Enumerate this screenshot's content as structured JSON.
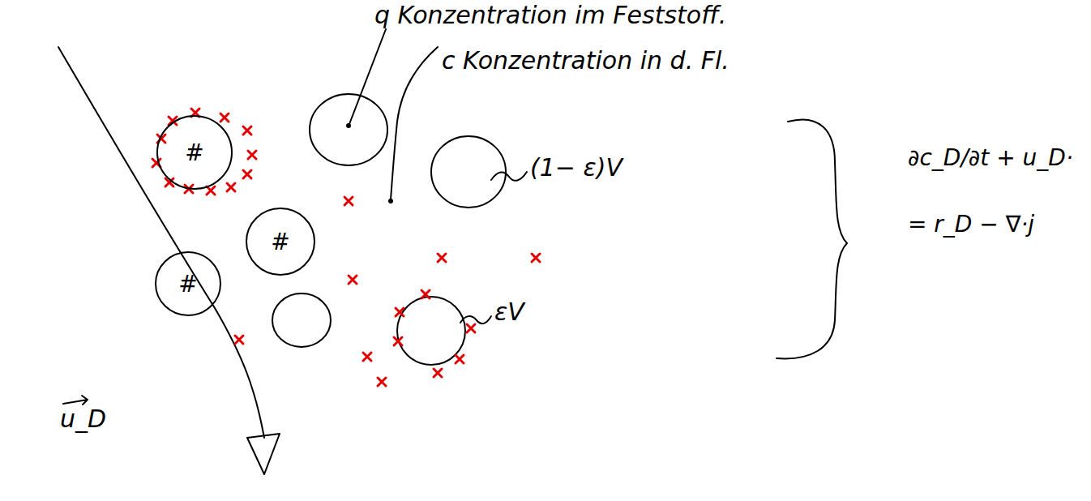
{
  "diagram": {
    "nodes": [
      {
        "text": [
          "#"
        ]
      },
      {
        "text": [
          "#"
        ]
      },
      {
        "text": [
          "#"
        ]
      }
    ],
    "labels": [
      "q Konzentration im Feststoff.",
      "c Konzentration in d. Fl.",
      "(1− ε)V",
      "εV",
      "u_D",
      "∂c_D/∂t + u_D·",
      "= r_D − ∇·j"
    ]
  }
}
